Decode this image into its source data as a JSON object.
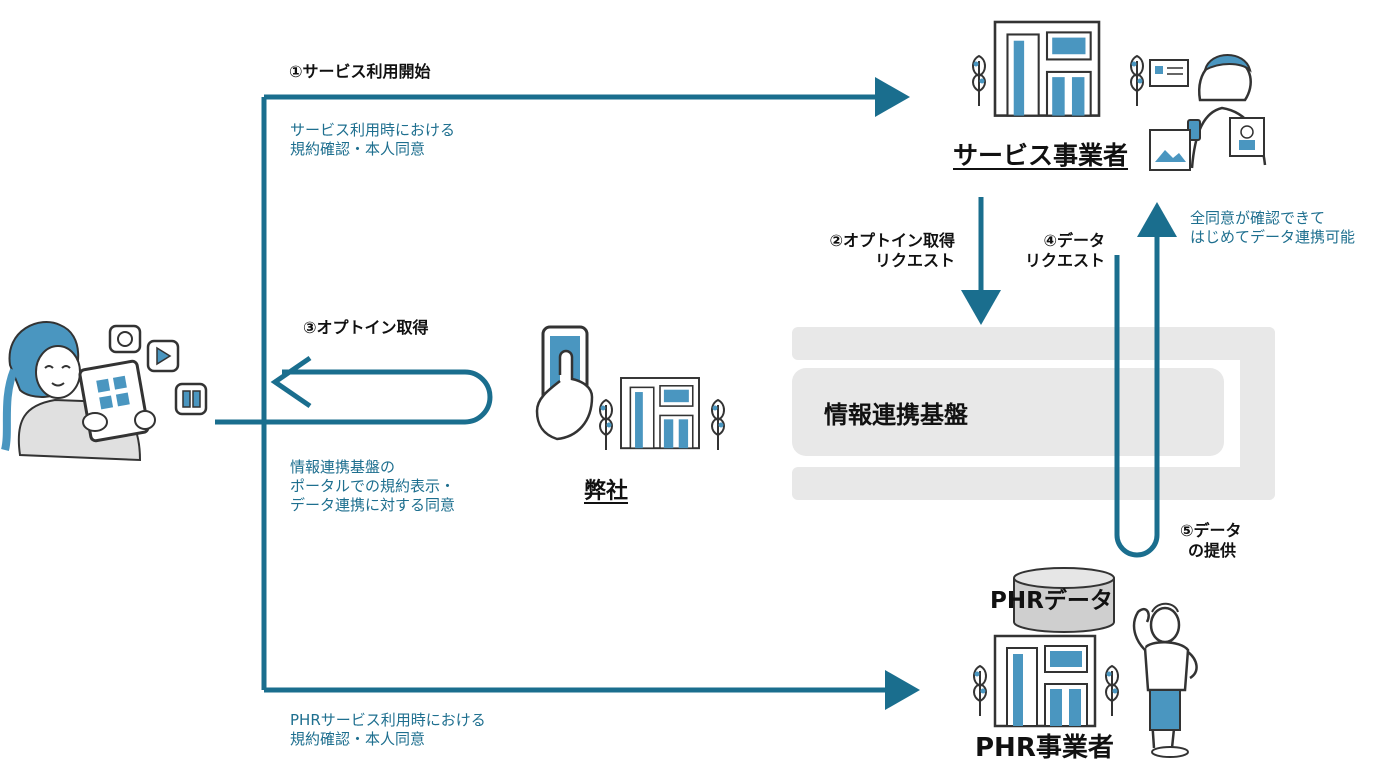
{
  "steps": {
    "s1": "①サービス利用開始",
    "s2_line1": "②オプトイン取得",
    "s2_line2": "リクエスト",
    "s3": "③オプトイン取得",
    "s4_line1": "④データ",
    "s4_line2": "リクエスト",
    "s5_line1": "⑤データ",
    "s5_line2": "の提供"
  },
  "notes": {
    "service_consent_line1": "サービス利用時における",
    "service_consent_line2": "規約確認・本人同意",
    "portal_line1": "情報連携基盤の",
    "portal_line2": "ポータルでの規約表示・",
    "portal_line3": "データ連携に対する同意",
    "all_consent_line1": "全同意が確認できて",
    "all_consent_line2": "はじめてデータ連携可能",
    "phr_consent_line1": "PHRサービス利用時における",
    "phr_consent_line2": "規約確認・本人同意"
  },
  "actors": {
    "service_provider": "サービス事業者",
    "our_company": "弊社",
    "platform": "情報連携基盤",
    "phr_data": "PHRデータ",
    "phr_provider": "PHR事業者"
  },
  "colors": {
    "arrow": "#1a6e8e",
    "platform_bg": "#e8e8e8",
    "accent_blue": "#4a96c0",
    "note_text": "#1e6f8f"
  },
  "icons": [
    "user-tablet-icon",
    "chat-icon",
    "play-icon",
    "book-icon",
    "smartphone-hand-icon",
    "building-icon",
    "tree-icon",
    "database-icon",
    "person-flex-icon",
    "person-phone-icon",
    "documents-icon"
  ]
}
